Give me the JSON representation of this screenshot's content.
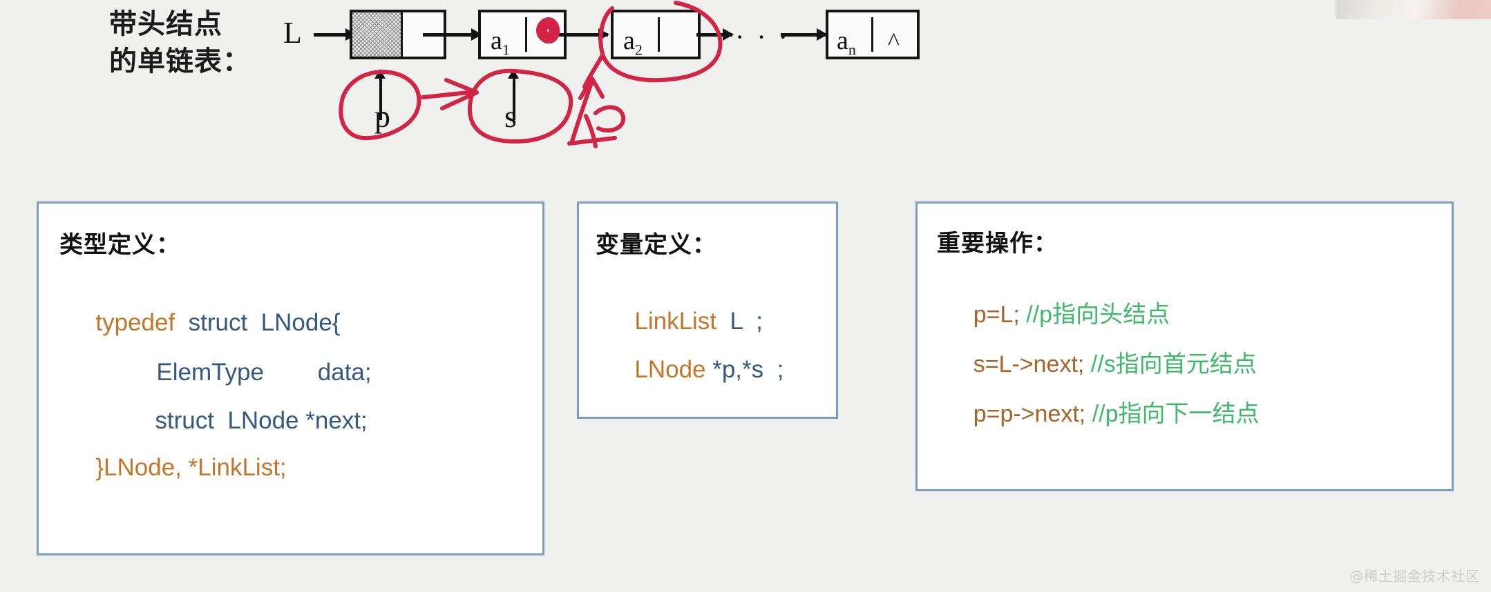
{
  "caption": {
    "line1": "带头结点",
    "line2": "的单链表："
  },
  "diagram": {
    "head_pointer_label": "L",
    "head_node": {
      "data_cell": "",
      "next_cell": ""
    },
    "nodes": [
      {
        "data": "a",
        "sub": "1",
        "next": ""
      },
      {
        "data": "a",
        "sub": "2",
        "next": ""
      },
      {
        "data": "a",
        "sub": "n",
        "next": "^"
      }
    ],
    "ellipsis": "· · ·",
    "null_symbol": "^"
  },
  "annotations": {
    "pointer_p": "p",
    "pointer_s": "s",
    "ink_color": "#d32347"
  },
  "panels": {
    "type_def": {
      "title": "类型定义：",
      "lines": [
        {
          "parts": [
            {
              "text": "typedef ",
              "style": "orange"
            },
            {
              "text": " struct  LNode{",
              "style": "blue"
            }
          ]
        },
        {
          "parts": [
            {
              "text": "ElemType        data;",
              "style": "blue"
            }
          ]
        },
        {
          "parts": [
            {
              "text": "struct  LNode *next;",
              "style": "blue"
            }
          ]
        },
        {
          "parts": [
            {
              "text": "}LNode, *LinkList;",
              "style": "orange"
            }
          ]
        }
      ]
    },
    "var_def": {
      "title": "变量定义：",
      "lines": [
        {
          "parts": [
            {
              "text": "LinkList",
              "style": "orange"
            },
            {
              "text": "  L  ;",
              "style": "blue"
            }
          ]
        },
        {
          "parts": [
            {
              "text": "LNode",
              "style": "orange"
            },
            {
              "text": " *p,*s  ;",
              "style": "blue"
            }
          ]
        }
      ]
    },
    "operations": {
      "title": "重要操作：",
      "lines": [
        {
          "parts": [
            {
              "text": "p=L; ",
              "style": "brown"
            },
            {
              "text": "//p指向头结点",
              "style": "green"
            }
          ]
        },
        {
          "parts": [
            {
              "text": "s=L->next; ",
              "style": "brown"
            },
            {
              "text": "//s指向首元结点",
              "style": "green"
            }
          ]
        },
        {
          "parts": [
            {
              "text": "p=p->next; ",
              "style": "brown"
            },
            {
              "text": "//p指向下一结点",
              "style": "green"
            }
          ]
        }
      ]
    }
  },
  "watermark": "@稀土掘金技术社区",
  "colors": {
    "orange": "#c2762a",
    "blue": "#33597f",
    "green": "#3fb86b",
    "brown": "#a8632a",
    "panel_border": "#7b9cc4",
    "ink_red": "#d32347",
    "background": "#f0f0ef"
  }
}
